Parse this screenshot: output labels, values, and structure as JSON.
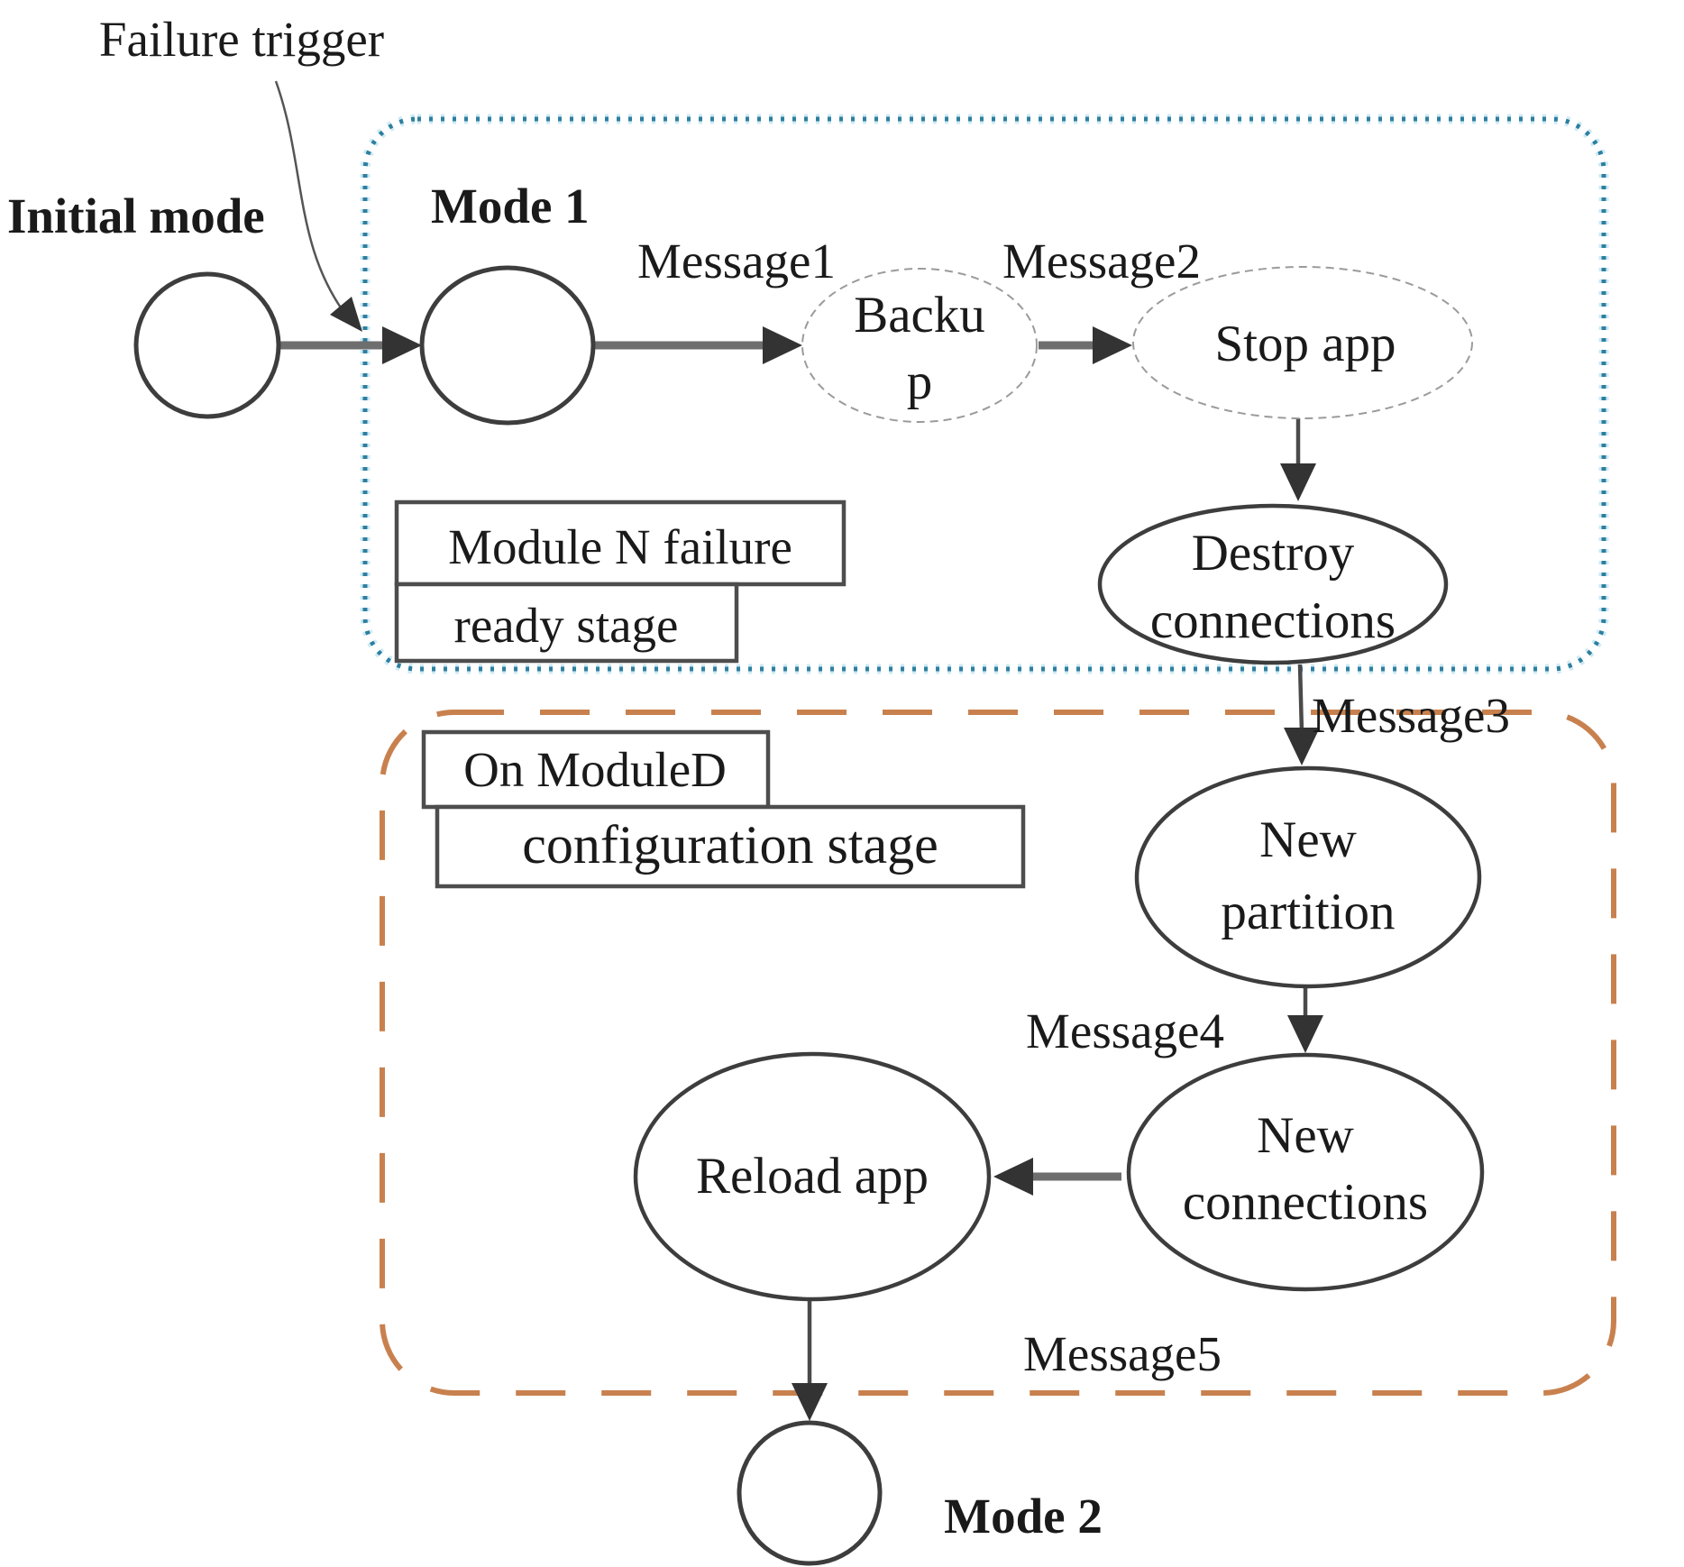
{
  "figure": {
    "labels": {
      "failure_trigger": "Failure trigger",
      "initial_mode": "Initial mode",
      "mode_1": "Mode 1",
      "mode_2": "Mode 2",
      "message_1": "Message1",
      "message_2": "Message2",
      "message_3": "Message3",
      "message_4": "Message4",
      "message_5": "Message5"
    },
    "stages": {
      "module_n_failure": "Module N failure",
      "ready_stage": "ready stage",
      "on_moduled": "On ModuleD",
      "configuration_stage": "configuration stage"
    },
    "states": {
      "backup_line1": "Backu",
      "backup_line2": "p",
      "stop_app": "Stop app",
      "destroy_line1": "Destroy",
      "destroy_line2": "connections",
      "new_partition_line1": "New",
      "new_partition_line2": "partition",
      "new_connections_line1": "New",
      "new_connections_line2": "connections",
      "reload_app": "Reload app"
    },
    "colors": {
      "ready_region_border": "#2e7f9f",
      "config_region_border": "#c8814e",
      "node_stroke": "#3d3d3d",
      "light_node_stroke": "#9b9b9b",
      "arrow_shaft": "#6e6e6e",
      "arrow_head": "#333333",
      "text": "#1a1a1a",
      "background": "#ffffff"
    }
  }
}
